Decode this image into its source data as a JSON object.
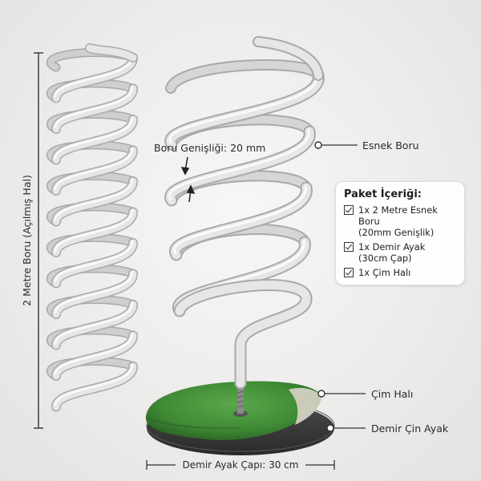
{
  "labels": {
    "vertical_length": "2 Metre Boru (Açılmış Hal)",
    "pipe_width": "Boru Genişliği: 20 mm",
    "flexible_pipe": "Esnek Boru",
    "grass_mat": "Çim Halı",
    "iron_base": "Demir Çin Ayak",
    "base_diameter": "Demir Ayak Çapı: 30 cm"
  },
  "package": {
    "title": "Paket İçeriği:",
    "items": [
      {
        "line1": "1x 2 Metre Esnek Boru",
        "line2": "(20mm Genişlik)"
      },
      {
        "line1": "1x Demir Ayak",
        "line2": "(30cm Çap)"
      },
      {
        "line1": "1x Çim Halı",
        "line2": ""
      }
    ]
  },
  "colors": {
    "pipe": "#e6e6e6",
    "pipe_shadow": "#a9a9a9",
    "grass": "#3f8a35",
    "base_plate": "#3a3a3a",
    "text": "#2a2a2a"
  },
  "icons": {
    "check": "checkbox-check-icon",
    "arrow": "arrow-icon"
  }
}
